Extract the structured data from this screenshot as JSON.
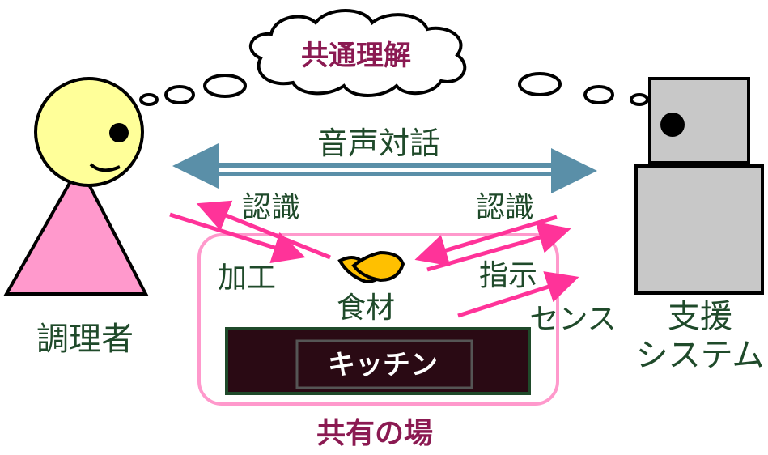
{
  "thought_bubble": {
    "label": "共通理解"
  },
  "dialogue": {
    "label": "音声対話"
  },
  "cook": {
    "label": "調理者"
  },
  "system": {
    "label_line1": "支援",
    "label_line2": "システム"
  },
  "shared_place": {
    "label": "共有の場"
  },
  "kitchen": {
    "label": "キッチン"
  },
  "ingredients": {
    "label": "食材"
  },
  "actions": {
    "cook_recognize": "認識",
    "cook_process": "加工",
    "system_recognize": "認識",
    "system_instruct": "指示",
    "system_sense": "センス"
  },
  "colors": {
    "face": "#ffff99",
    "body": "#ff99cc",
    "arrow_pink": "#ff3399",
    "arrow_blue": "#5a8fa8",
    "text_green": "#1f4a2a",
    "text_maroon": "#8b1a52",
    "kitchen_fill": "#2a0a14",
    "robot_gray": "#c8c8c8",
    "food": "#ffc000"
  }
}
